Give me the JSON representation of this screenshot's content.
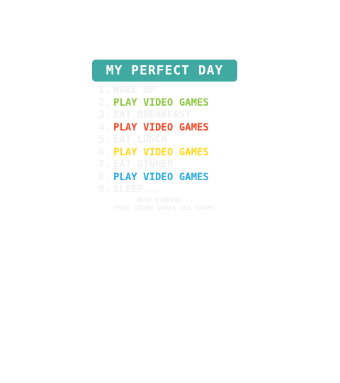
{
  "title": "MY PERFECT DAY",
  "items": [
    {
      "number": "1.",
      "text": "WAKE UP"
    },
    {
      "number": "2.",
      "text": "PLAY VIDEO GAMES"
    },
    {
      "number": "3.",
      "text": "EAT BREAKFAST"
    },
    {
      "number": "4.",
      "text": "PLAY VIDEO GAMES"
    },
    {
      "number": "5.",
      "text": "EAT LUNCH"
    },
    {
      "number": "6.",
      "text": "PLAY VIDEO GAMES"
    },
    {
      "number": "7.",
      "text": "EAT DINNER"
    },
    {
      "number": "8.",
      "text": "PLAY VIDEO GAMES"
    },
    {
      "number": "9.",
      "text": "SLEEP..."
    }
  ],
  "footer": {
    "line1": "JUST KIDDING...",
    "line2": "PLAY VIDEO GAMES ALL NIGHT"
  },
  "colors": {
    "banner": "#40a9a2",
    "faded_text": "#f1f1f1",
    "green": "#8cc63f",
    "red": "#ef4623",
    "yellow": "#ffd81f",
    "blue": "#27a8e0"
  }
}
